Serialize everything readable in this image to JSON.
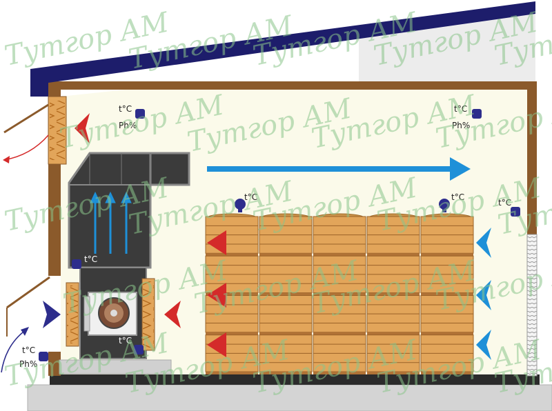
{
  "labels": {
    "temp": "t°C",
    "humidity": "Ph%"
  },
  "watermark": "Тутгор АМ",
  "colors": {
    "roof": "#1d1d6b",
    "wall": "#8b5a2b",
    "interior": "#fbfaea",
    "cold_air": "#1e90d8",
    "warm_air": "#d42a2a",
    "intake_arrow": "#2d2d8c",
    "duct": "#3b3b3b",
    "crate": "#e2a55a",
    "floor": "#2b2b2b",
    "ground": "#d4d4d4",
    "watermark": "#8ac48a"
  },
  "sensors": [
    {
      "id": "top-left",
      "temp": true,
      "humidity": true
    },
    {
      "id": "top-right",
      "temp": true,
      "humidity": true
    },
    {
      "id": "over-stack-left",
      "temp": true,
      "humidity": false
    },
    {
      "id": "over-stack-right",
      "temp": true,
      "humidity": false
    },
    {
      "id": "outer-wall-right",
      "temp": true,
      "humidity": false
    },
    {
      "id": "duct-inner",
      "temp": true,
      "humidity": false
    },
    {
      "id": "fan-bottom",
      "temp": true,
      "humidity": false
    },
    {
      "id": "outside-bottom-left",
      "temp": true,
      "humidity": true
    }
  ],
  "pallet_stack": {
    "columns": 5,
    "rows": 4
  }
}
